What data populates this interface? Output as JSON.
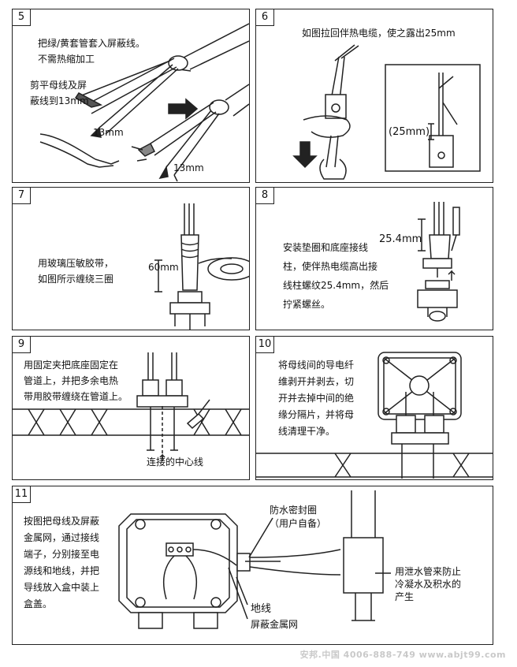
{
  "panels": [
    {
      "num": "5",
      "texts": [
        "把绿/黄套管套入屏蔽线。\n不需热缩加工",
        "剪平母线及屏\n蔽线到13mm"
      ],
      "labels": [
        "13mm",
        "13mm"
      ]
    },
    {
      "num": "6",
      "texts": [
        "如图拉回伴热电缆，使之露出25mm"
      ],
      "labels": [
        "(25mm)"
      ]
    },
    {
      "num": "7",
      "texts": [
        "用玻璃压敏胶带，\n如图所示缠绕三圈"
      ],
      "labels": [
        "60mm"
      ]
    },
    {
      "num": "8",
      "texts": [
        "安装垫圈和底座接线\n柱，使伴热电缆高出接\n线柱螺纹25.4mm，然后\n拧紧螺丝。"
      ],
      "labels": [
        "25.4mm"
      ]
    },
    {
      "num": "9",
      "texts": [
        "用固定夹把底座固定在\n管道上，并把多余电热\n带用胶带缠绕在管道上。"
      ],
      "labels": [
        "连接的中心线"
      ]
    },
    {
      "num": "10",
      "texts": [
        "将母线间的导电纤\n维剥开并剥去，切\n开并去掉中间的绝\n缘分隔片，并将母\n线清理干净。"
      ],
      "labels": []
    },
    {
      "num": "11",
      "texts": [
        "按图把母线及屏蔽\n金属网，通过接线\n端子，分别接至电\n源线和地线，并把\n导线放入盒中装上\n盒盖。"
      ],
      "labels": [
        "防水密封圈\n（用户自备）",
        "地线",
        "屏蔽金属网",
        "用泄水管来防止\n冷凝水及积水的\n产生"
      ]
    }
  ],
  "footer": "安邦.中国 4006-888-749 www.abjt99.com"
}
